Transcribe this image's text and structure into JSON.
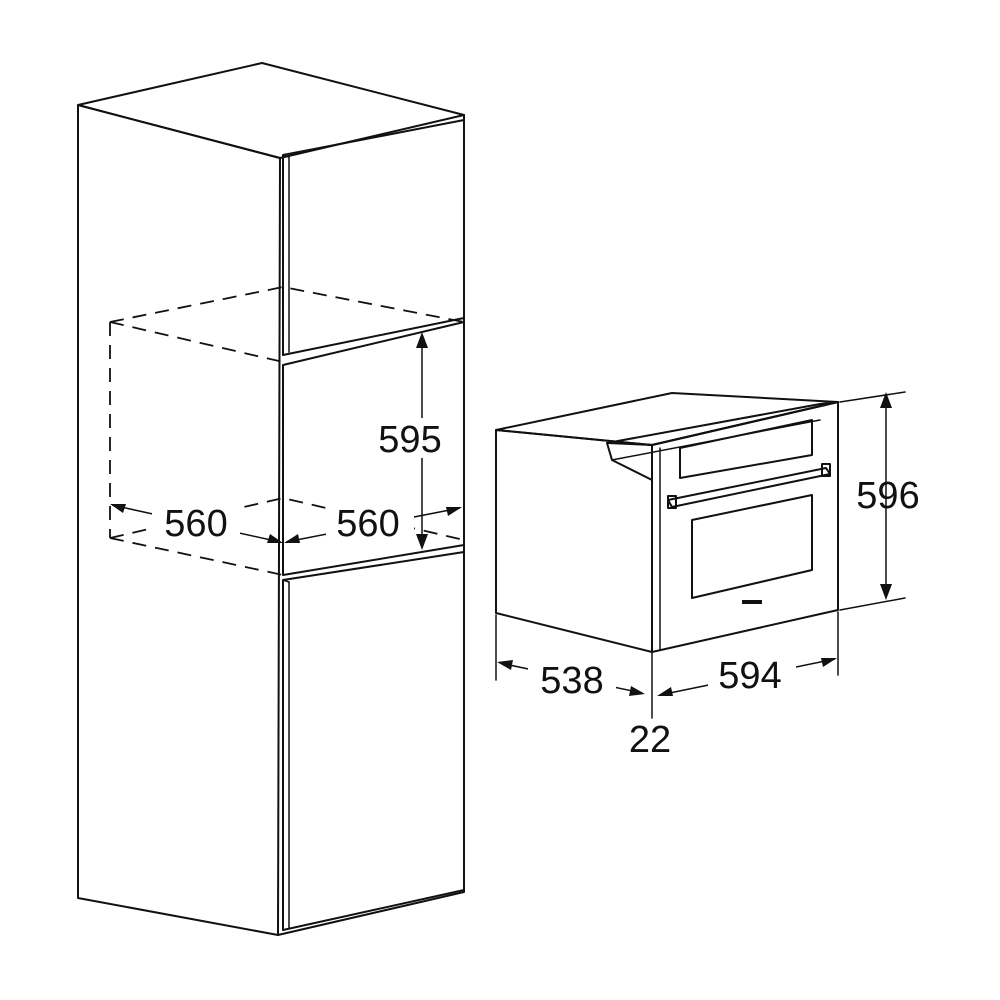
{
  "dimensions": {
    "niche_height": "595",
    "niche_width": "560",
    "niche_depth": "560",
    "oven_height": "596",
    "oven_width": "594",
    "oven_depth": "538",
    "door_offset": "22"
  },
  "colors": {
    "line": "#111111",
    "background": "#ffffff"
  }
}
